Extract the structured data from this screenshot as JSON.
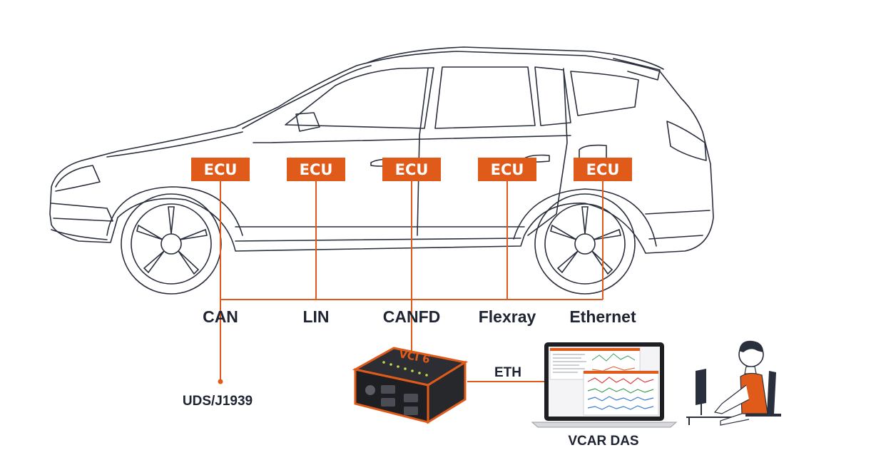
{
  "ecus": [
    {
      "label": "ECU"
    },
    {
      "label": "ECU"
    },
    {
      "label": "ECU"
    },
    {
      "label": "ECU"
    },
    {
      "label": "ECU"
    }
  ],
  "buses": [
    {
      "label": "CAN"
    },
    {
      "label": "LIN"
    },
    {
      "label": "CANFD"
    },
    {
      "label": "Flexray"
    },
    {
      "label": "Ethernet"
    }
  ],
  "diag_label": "UDS/J1939",
  "eth_label": "ETH",
  "device_label": "VCI 6",
  "laptop_label": "VCAR DAS",
  "colors": {
    "accent": "#e05a1a",
    "line": "#2a2f3d",
    "text": "#1f2433",
    "device_body": "#222428"
  }
}
